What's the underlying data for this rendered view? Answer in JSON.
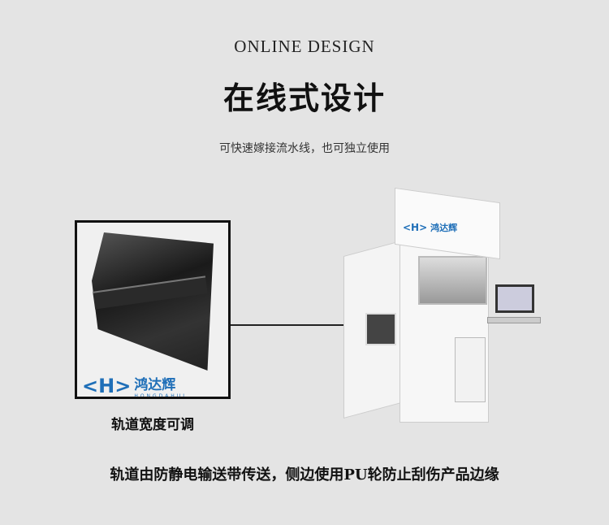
{
  "header": {
    "title_en": "ONLINE DESIGN",
    "title_cn": "在线式设计",
    "subtitle": "可快速嫁接流水线，也可独立使用"
  },
  "inset": {
    "logo_cn": "鸿达辉",
    "logo_en": "HONGDAHUI",
    "caption": "轨道宽度可调"
  },
  "machine": {
    "logo_cn": "鸿达辉"
  },
  "footer": {
    "caption": "轨道由防静电输送带传送，侧边使用PU轮防止刮伤产品边缘"
  }
}
